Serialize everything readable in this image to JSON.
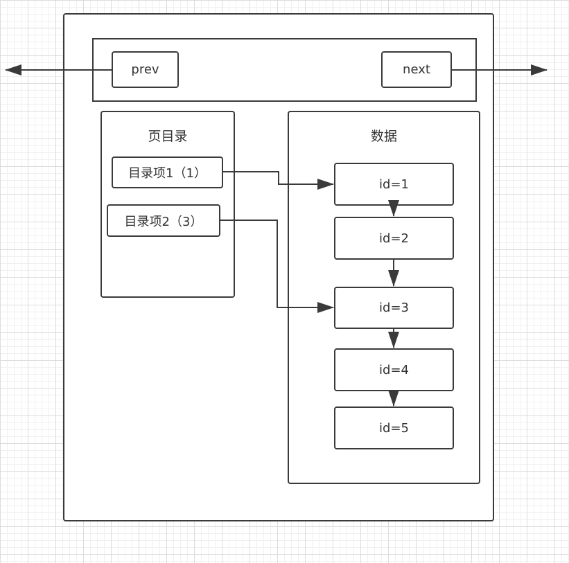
{
  "page": {
    "links": {
      "prev_label": "prev",
      "next_label": "next"
    },
    "directory": {
      "title": "页目录",
      "items": [
        {
          "label": "目录项1（1）"
        },
        {
          "label": "目录项2（3）"
        }
      ]
    },
    "data_section": {
      "title": "数据",
      "records": [
        {
          "label": "id=1"
        },
        {
          "label": "id=2"
        },
        {
          "label": "id=3"
        },
        {
          "label": "id=4"
        },
        {
          "label": "id=5"
        }
      ]
    }
  },
  "colors": {
    "stroke": "#3a3a3a",
    "text": "#333333",
    "grid": "#dcdcdc"
  }
}
